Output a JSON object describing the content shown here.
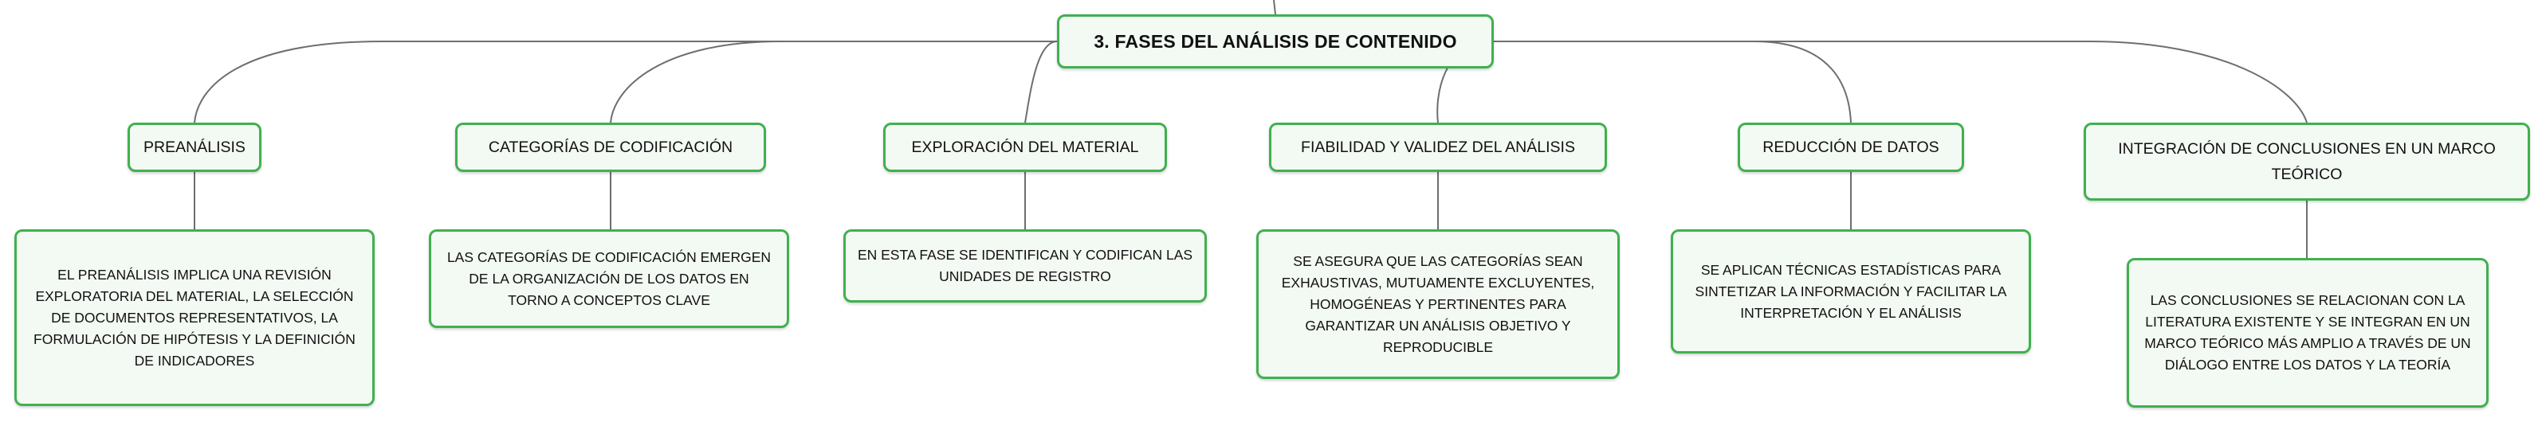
{
  "root": {
    "title": "3. FASES DEL ANÁLISIS DE CONTENIDO"
  },
  "colors": {
    "border": "#3fb14f",
    "fill": "#f3f9f3",
    "connector": "#6e6e6e"
  },
  "phases": [
    {
      "title": "PREANÁLISIS",
      "description": "EL PREANÁLISIS IMPLICA UNA REVISIÓN EXPLORATORIA DEL MATERIAL, LA SELECCIÓN DE DOCUMENTOS REPRESENTATIVOS, LA FORMULACIÓN DE HIPÓTESIS Y LA DEFINICIÓN DE INDICADORES"
    },
    {
      "title": "CATEGORÍAS DE CODIFICACIÓN",
      "description": "LAS CATEGORÍAS DE CODIFICACIÓN EMERGEN DE LA ORGANIZACIÓN DE LOS DATOS EN TORNO A CONCEPTOS CLAVE"
    },
    {
      "title": "EXPLORACIÓN DEL MATERIAL",
      "description": "EN ESTA FASE SE IDENTIFICAN Y CODIFICAN LAS UNIDADES DE REGISTRO"
    },
    {
      "title": "FIABILIDAD Y VALIDEZ DEL ANÁLISIS",
      "description": "SE ASEGURA QUE LAS CATEGORÍAS SEAN EXHAUSTIVAS, MUTUAMENTE EXCLUYENTES, HOMOGÉNEAS Y PERTINENTES PARA GARANTIZAR UN ANÁLISIS OBJETIVO Y REPRODUCIBLE"
    },
    {
      "title": "REDUCCIÓN DE DATOS",
      "description": "SE APLICAN TÉCNICAS ESTADÍSTICAS PARA SINTETIZAR LA INFORMACIÓN Y FACILITAR LA INTERPRETACIÓN Y EL ANÁLISIS"
    },
    {
      "title": "INTEGRACIÓN DE CONCLUSIONES EN UN MARCO TEÓRICO",
      "description": "LAS CONCLUSIONES SE RELACIONAN CON LA LITERATURA EXISTENTE Y SE INTEGRAN EN UN MARCO TEÓRICO MÁS AMPLIO A TRAVÉS DE UN DIÁLOGO ENTRE LOS DATOS Y LA TEORÍA"
    }
  ]
}
